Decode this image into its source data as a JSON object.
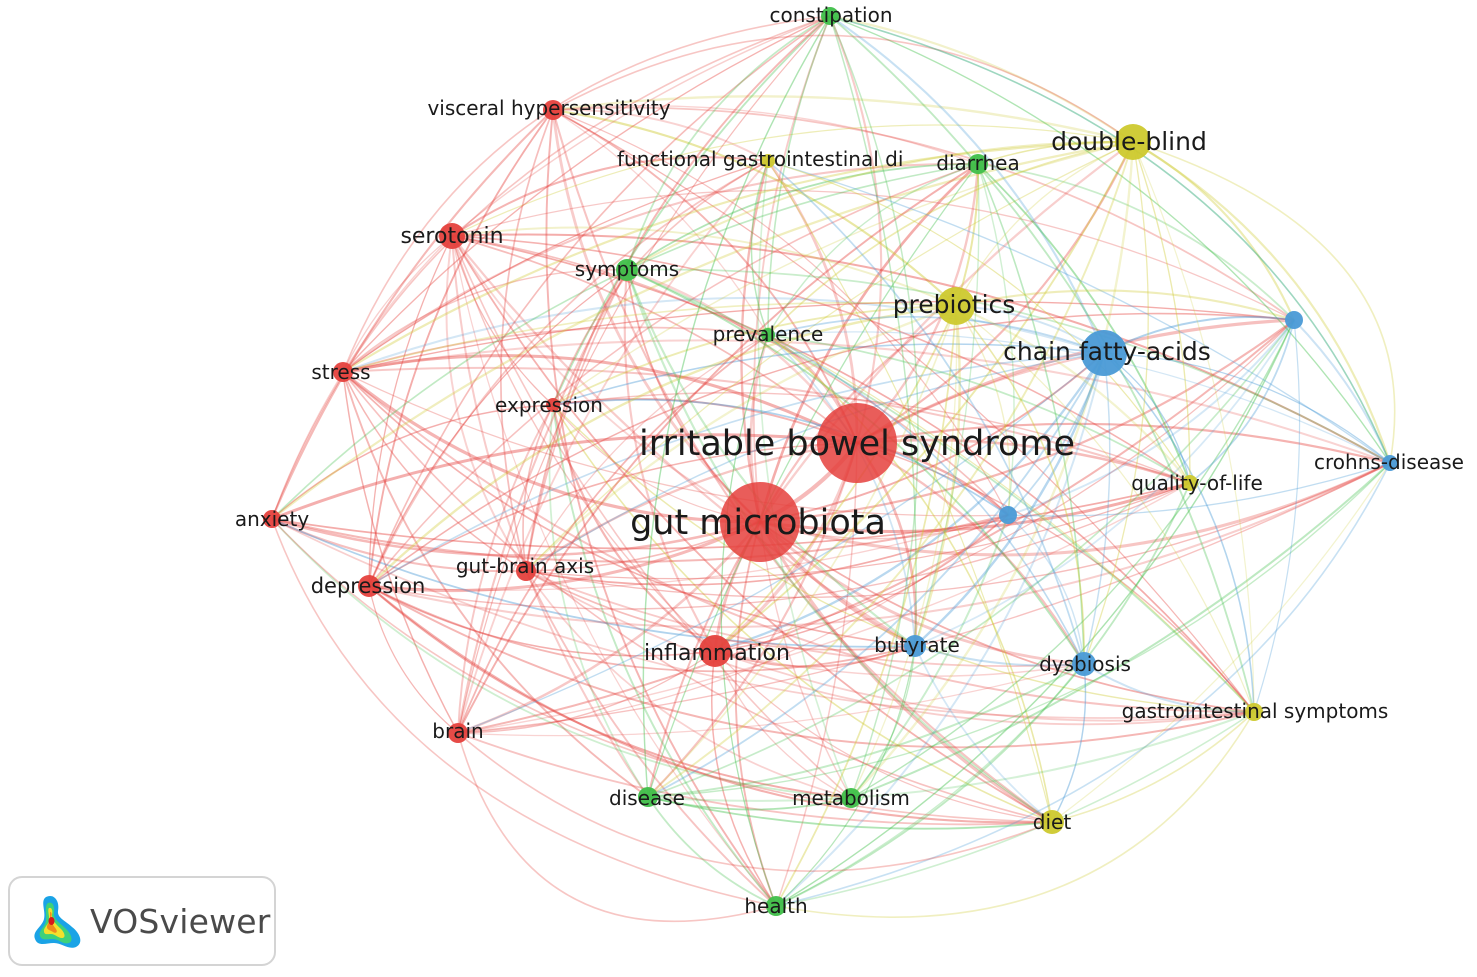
{
  "palette": {
    "red": "#e5413d",
    "green": "#3fbf49",
    "blue": "#4a9ad6",
    "yellow": "#cdc92e"
  },
  "network": {
    "nodes": [
      {
        "id": "irritable-bowel-syndrome",
        "label": "irritable bowel syndrome",
        "cluster": "red",
        "weight": 10
      },
      {
        "id": "gut-microbiota",
        "label": "gut microbiota",
        "cluster": "red",
        "weight": 9
      },
      {
        "id": "inflammation",
        "label": "inflammation",
        "cluster": "red",
        "weight": 4
      },
      {
        "id": "visceral-hypersensitivity",
        "label": "visceral hypersensitivity",
        "cluster": "red",
        "weight": 3
      },
      {
        "id": "serotonin",
        "label": "serotonin",
        "cluster": "red",
        "weight": 3.5
      },
      {
        "id": "stress",
        "label": "stress",
        "cluster": "red",
        "weight": 3
      },
      {
        "id": "expression",
        "label": "expression",
        "cluster": "red",
        "weight": 2
      },
      {
        "id": "anxiety",
        "label": "anxiety",
        "cluster": "red",
        "weight": 2.5
      },
      {
        "id": "depression",
        "label": "depression",
        "cluster": "red",
        "weight": 3
      },
      {
        "id": "gut-brain-axis",
        "label": "gut-brain axis",
        "cluster": "red",
        "weight": 3
      },
      {
        "id": "brain",
        "label": "brain",
        "cluster": "red",
        "weight": 3
      },
      {
        "id": "constipation",
        "label": "constipation",
        "cluster": "green",
        "weight": 3
      },
      {
        "id": "diarrhea",
        "label": "diarrhea",
        "cluster": "green",
        "weight": 3
      },
      {
        "id": "symptoms",
        "label": "symptoms",
        "cluster": "green",
        "weight": 3
      },
      {
        "id": "prevalence",
        "label": "prevalence",
        "cluster": "green",
        "weight": 2
      },
      {
        "id": "disease",
        "label": "disease",
        "cluster": "green",
        "weight": 3
      },
      {
        "id": "metabolism",
        "label": "metabolism",
        "cluster": "green",
        "weight": 3
      },
      {
        "id": "health",
        "label": "health",
        "cluster": "green",
        "weight": 3
      },
      {
        "id": "chain-fatty-acids",
        "label": "chain fatty-acids",
        "cluster": "blue",
        "weight": 5.5
      },
      {
        "id": "crohns-disease",
        "label": "crohns-disease",
        "cluster": "blue",
        "weight": 2.5
      },
      {
        "id": "butyrate",
        "label": "butyrate",
        "cluster": "blue",
        "weight": 3
      },
      {
        "id": "dysbiosis",
        "label": "dysbiosis",
        "cluster": "blue",
        "weight": 3
      },
      {
        "id": "blue-node-right",
        "label": "",
        "cluster": "blue",
        "weight": 2.5
      },
      {
        "id": "blue-node-center",
        "label": "",
        "cluster": "blue",
        "weight": 2.5
      },
      {
        "id": "double-blind",
        "label": "double-blind",
        "cluster": "yellow",
        "weight": 4.5
      },
      {
        "id": "functional-gastrointestinal",
        "label": "functional gastrointestinal di",
        "cluster": "yellow",
        "weight": 2
      },
      {
        "id": "prebiotics",
        "label": "prebiotics",
        "cluster": "yellow",
        "weight": 4.5
      },
      {
        "id": "quality-of-life",
        "label": "quality-of-life",
        "cluster": "yellow",
        "weight": 2
      },
      {
        "id": "gastrointestinal-symptoms",
        "label": "gastrointestinal symptoms",
        "cluster": "yellow",
        "weight": 2.5
      },
      {
        "id": "diet",
        "label": "diet",
        "cluster": "yellow",
        "weight": 3
      }
    ]
  },
  "badge": {
    "text": "VOSviewer"
  }
}
